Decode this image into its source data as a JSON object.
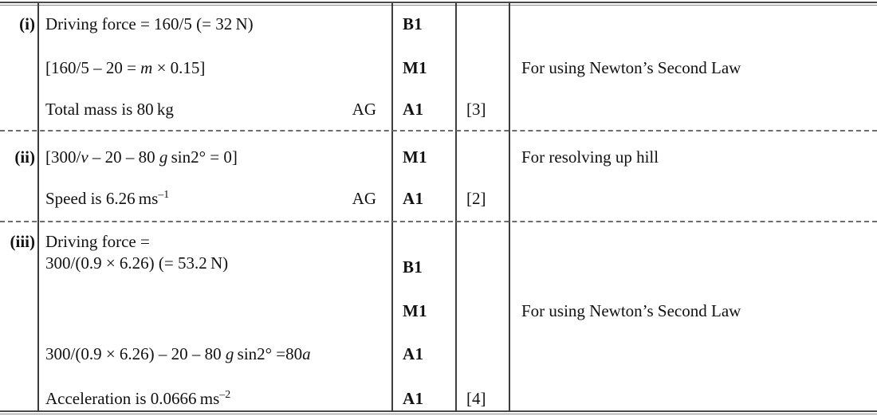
{
  "document": {
    "type": "mark-scheme-table",
    "columns": [
      "part",
      "working",
      "award",
      "mark",
      "total",
      "comment"
    ]
  },
  "rows": [
    {
      "part": "(i)",
      "lines": [
        {
          "working_plain": "Driving force = 160/5  (= 32 N)",
          "award": "",
          "mark": "B1",
          "total": "",
          "comment": ""
        },
        {
          "working_plain": "[160/5 – 20 = m × 0.15]",
          "award": "",
          "mark": "M1",
          "total": "",
          "comment": "For using Newton’s Second Law"
        },
        {
          "working_plain": "Total mass is 80 kg",
          "award": "AG",
          "mark": "A1",
          "total": "[3]",
          "comment": ""
        }
      ]
    },
    {
      "part": "(ii)",
      "lines": [
        {
          "working_plain": "[300/v – 20 – 80 g sin2° = 0]",
          "award": "",
          "mark": "M1",
          "total": "",
          "comment": "For resolving up hill"
        },
        {
          "working_plain": "Speed is 6.26 ms⁻¹",
          "award": "AG",
          "mark": "A1",
          "total": "[2]",
          "comment": ""
        }
      ]
    },
    {
      "part": "(iii)",
      "lines": [
        {
          "working_plain": "Driving force = 300/(0.9 × 6.26) (= 53.2 N)",
          "award": "",
          "mark": "B1",
          "total": "",
          "comment": ""
        },
        {
          "working_plain": "",
          "award": "",
          "mark": "M1",
          "total": "",
          "comment": "For using Newton’s Second Law"
        },
        {
          "working_plain": "300/(0.9 × 6.26) – 20 – 80 g sin2° =80a",
          "award": "",
          "mark": "A1",
          "total": "",
          "comment": ""
        },
        {
          "working_plain": "Acceleration is 0.0666 ms⁻²",
          "award": "",
          "mark": "A1",
          "total": "[4]",
          "comment": ""
        }
      ]
    }
  ],
  "text": {
    "part_i": "(i)",
    "part_ii": "(ii)",
    "part_iii": "(iii)",
    "i_l1_a": "Driving force = 160/5  (= 32",
    "i_l1_unit": "N)",
    "i_l2_a": "[160/5 – 20 =",
    "i_l2_m": "m",
    "i_l2_b": "× 0.15]",
    "i_l3_a": "Total mass is 80",
    "i_l3_unit": "kg",
    "i_ag": "AG",
    "i_mark_1": "B1",
    "i_mark_2": "M1",
    "i_mark_3": "A1",
    "i_total": "[3]",
    "i_comment": "For using Newton’s Second Law",
    "ii_l1_a": "[300/",
    "ii_l1_v": "v",
    "ii_l1_b": "– 20 – 80",
    "ii_l1_g": "g",
    "ii_l1_c": "sin2° = 0]",
    "ii_l2_a": "Speed is 6.26",
    "ii_l2_unit": "ms",
    "ii_l2_sup": "–1",
    "ii_ag": "AG",
    "ii_mark_1": "M1",
    "ii_mark_2": "A1",
    "ii_total": "[2]",
    "ii_comment": "For resolving up hill",
    "iii_l1a": "Driving force =",
    "iii_l1b_a": "300/(0.9 × 6.26) (= 53.2",
    "iii_l1b_unit": "N)",
    "iii_l3_a": "300/(0.9 × 6.26) – 20 – 80",
    "iii_l3_g": "g",
    "iii_l3_b": "sin2° =80",
    "iii_l3_a_var": "a",
    "iii_l4_a": "Acceleration is 0.0666",
    "iii_l4_unit": "ms",
    "iii_l4_sup": "–2",
    "iii_mark_1": "B1",
    "iii_mark_2": "M1",
    "iii_mark_3": "A1",
    "iii_mark_4": "A1",
    "iii_total": "[4]",
    "iii_comment": "For using Newton’s Second Law"
  },
  "colors": {
    "ink": "#111111",
    "rule": "#3d3d3d",
    "dashed_rule": "#6d6d6d",
    "background": "#ffffff"
  }
}
